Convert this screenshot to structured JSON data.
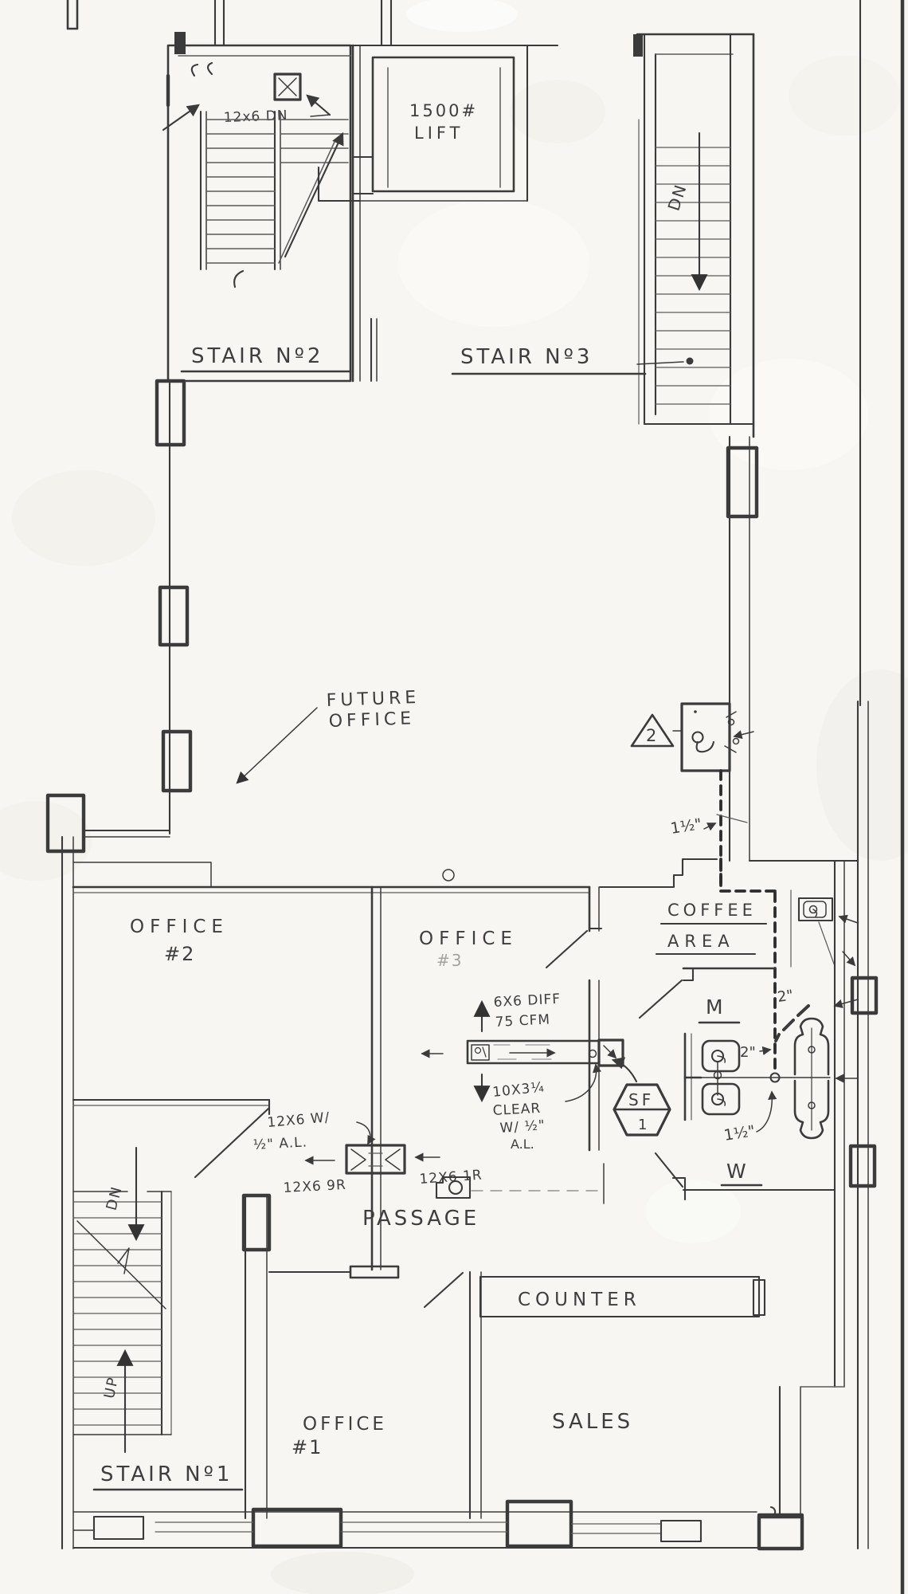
{
  "drawing": {
    "paper_color": "#f7f6f2",
    "ink_color": "#3b3b3b",
    "rooms": {
      "stair2": "STAIR Nº2",
      "stair3": "STAIR Nº3",
      "stair1": "STAIR Nº1",
      "lift_capacity": "1500#",
      "lift": "LIFT",
      "future_office_1": "FUTURE",
      "future_office_2": "OFFICE",
      "office2_1": "OFFICE",
      "office2_2": "#2",
      "office3_1": "OFFICE",
      "office3_2": "#3",
      "office1_1": "OFFICE",
      "office1_2": "#1",
      "coffee_1": "COFFEE",
      "coffee_2": "AREA",
      "mens": "M",
      "womens": "W",
      "passage": "PASSAGE",
      "counter": "COUNTER",
      "sales": "SALES"
    },
    "hvac": {
      "duct_down": "12x6 DN",
      "diffuser_1": "6X6 DIFF",
      "diffuser_2": "75 CFM",
      "clearance_1": "10X3¼",
      "clearance_2": "CLEAR",
      "clearance_3": "W/ ½\"",
      "clearance_4": "A.L.",
      "duct_al_1": "12X6 W/",
      "duct_al_2": "½\" A.L.",
      "duct_9r": "12X6 9R",
      "duct_1r": "12X6 1R",
      "supply_fan": "SF",
      "supply_fan_no": "1"
    },
    "plumbing": {
      "pipe_upper": "1½\"",
      "pipe_2_upper": "2\"",
      "pipe_2_mid": "2\"",
      "pipe_lower": "1½\"",
      "detail_no": "2"
    },
    "stairs": {
      "dn_3": "DN",
      "dn_1": "DN",
      "up_1": "UP"
    }
  }
}
